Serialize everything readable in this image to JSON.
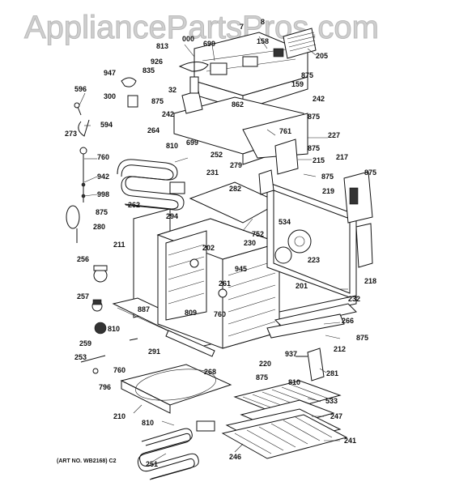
{
  "watermark": "AppliancePartsPros.com",
  "art_number": "(ART NO. WB2168) C2",
  "parts": [
    {
      "id": "p813",
      "label": "813"
    },
    {
      "id": "p000",
      "label": "000"
    },
    {
      "id": "p699a",
      "label": "699"
    },
    {
      "id": "p7",
      "label": "7"
    },
    {
      "id": "p158",
      "label": "158"
    },
    {
      "id": "p8",
      "label": "8"
    },
    {
      "id": "p205",
      "label": "205"
    },
    {
      "id": "p926",
      "label": "926"
    },
    {
      "id": "p947",
      "label": "947"
    },
    {
      "id": "p835",
      "label": "835"
    },
    {
      "id": "p875a",
      "label": "875"
    },
    {
      "id": "p159",
      "label": "159"
    },
    {
      "id": "p596",
      "label": "596"
    },
    {
      "id": "p32",
      "label": "32"
    },
    {
      "id": "p300",
      "label": "300"
    },
    {
      "id": "p875b",
      "label": "875"
    },
    {
      "id": "p242a",
      "label": "242"
    },
    {
      "id": "p242b",
      "label": "242"
    },
    {
      "id": "p862",
      "label": "862"
    },
    {
      "id": "p875c",
      "label": "875"
    },
    {
      "id": "p594",
      "label": "594"
    },
    {
      "id": "p264",
      "label": "264"
    },
    {
      "id": "p761",
      "label": "761"
    },
    {
      "id": "p227",
      "label": "227"
    },
    {
      "id": "p273",
      "label": "273"
    },
    {
      "id": "p699b",
      "label": "699"
    },
    {
      "id": "p810a",
      "label": "810"
    },
    {
      "id": "p252",
      "label": "252"
    },
    {
      "id": "p875d",
      "label": "875"
    },
    {
      "id": "p760a",
      "label": "760"
    },
    {
      "id": "p217",
      "label": "217"
    },
    {
      "id": "p215",
      "label": "215"
    },
    {
      "id": "p279",
      "label": "279"
    },
    {
      "id": "p875e",
      "label": "875"
    },
    {
      "id": "p942",
      "label": "942"
    },
    {
      "id": "p231",
      "label": "231"
    },
    {
      "id": "p875f",
      "label": "875"
    },
    {
      "id": "p998",
      "label": "998"
    },
    {
      "id": "p282",
      "label": "282"
    },
    {
      "id": "p219",
      "label": "219"
    },
    {
      "id": "p262",
      "label": "262"
    },
    {
      "id": "p294",
      "label": "294"
    },
    {
      "id": "p875g",
      "label": "875"
    },
    {
      "id": "p534",
      "label": "534"
    },
    {
      "id": "p280",
      "label": "280"
    },
    {
      "id": "p752",
      "label": "752"
    },
    {
      "id": "p230",
      "label": "230"
    },
    {
      "id": "p211",
      "label": "211"
    },
    {
      "id": "p202",
      "label": "202"
    },
    {
      "id": "p223",
      "label": "223"
    },
    {
      "id": "p256",
      "label": "256"
    },
    {
      "id": "p945",
      "label": "945"
    },
    {
      "id": "p218",
      "label": "218"
    },
    {
      "id": "p261",
      "label": "261"
    },
    {
      "id": "p201",
      "label": "201"
    },
    {
      "id": "p257",
      "label": "257"
    },
    {
      "id": "p887",
      "label": "887"
    },
    {
      "id": "p760b",
      "label": "760"
    },
    {
      "id": "p232",
      "label": "232"
    },
    {
      "id": "p809",
      "label": "809"
    },
    {
      "id": "p810b",
      "label": "810"
    },
    {
      "id": "p266",
      "label": "266"
    },
    {
      "id": "p259",
      "label": "259"
    },
    {
      "id": "p875h",
      "label": "875"
    },
    {
      "id": "p291",
      "label": "291"
    },
    {
      "id": "p212",
      "label": "212"
    },
    {
      "id": "p253",
      "label": "253"
    },
    {
      "id": "p937",
      "label": "937"
    },
    {
      "id": "p220",
      "label": "220"
    },
    {
      "id": "p760c",
      "label": "760"
    },
    {
      "id": "p268",
      "label": "268"
    },
    {
      "id": "p875i",
      "label": "875"
    },
    {
      "id": "p810c",
      "label": "810"
    },
    {
      "id": "p281",
      "label": "281"
    },
    {
      "id": "p796",
      "label": "796"
    },
    {
      "id": "p533",
      "label": "533"
    },
    {
      "id": "p210",
      "label": "210"
    },
    {
      "id": "p247",
      "label": "247"
    },
    {
      "id": "p810d",
      "label": "810"
    },
    {
      "id": "p241",
      "label": "241"
    },
    {
      "id": "p246",
      "label": "246"
    },
    {
      "id": "p251",
      "label": "251"
    }
  ]
}
